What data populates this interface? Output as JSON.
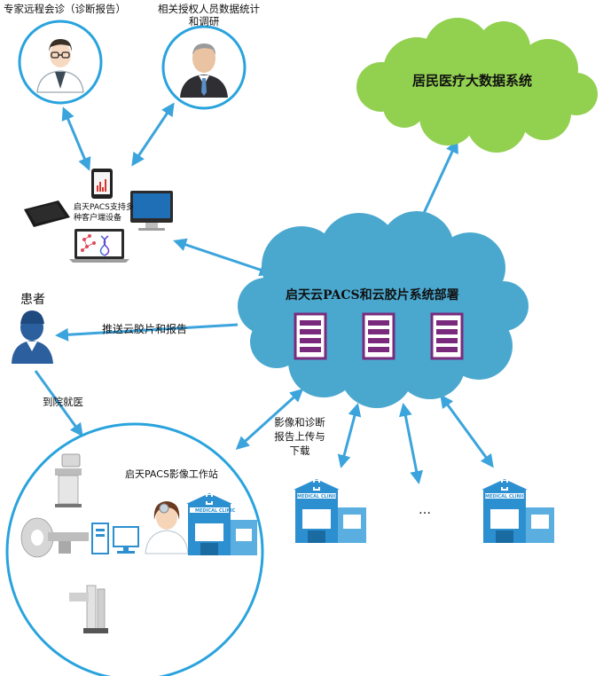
{
  "nodes": {
    "expert": {
      "label": "专家远程会诊（诊断报告）"
    },
    "stats": {
      "label_line1": "相关授权人员数据统计",
      "label_line2": "和调研"
    },
    "devices": {
      "label_line1": "启天PACS支持多",
      "label_line2": "种客户端设备"
    },
    "bigdata": {
      "label": "居民医疗大数据系统"
    },
    "cloud": {
      "label": "启天云PACS和云胶片系统部署"
    },
    "patient": {
      "label": "患者"
    },
    "workstation": {
      "label": "启天PACS影像工作站"
    },
    "clinic": {
      "sign": "MEDICAL CLINIC"
    },
    "ellipsis": {
      "label": "…"
    }
  },
  "edges": {
    "push": {
      "label": "推送云胶片和报告"
    },
    "visit": {
      "label": "到院就医"
    },
    "upload": {
      "line1": "影像和诊断",
      "line2": "报告上传与",
      "line3": "下载"
    }
  },
  "colors": {
    "arrow": "#3ba4dc",
    "ring": "#29a3dd",
    "cloud_blue": "#4aa8cf",
    "cloud_green": "#92d050",
    "server": "#7a2a7c",
    "clinic_blue": "#2c8fd0"
  }
}
